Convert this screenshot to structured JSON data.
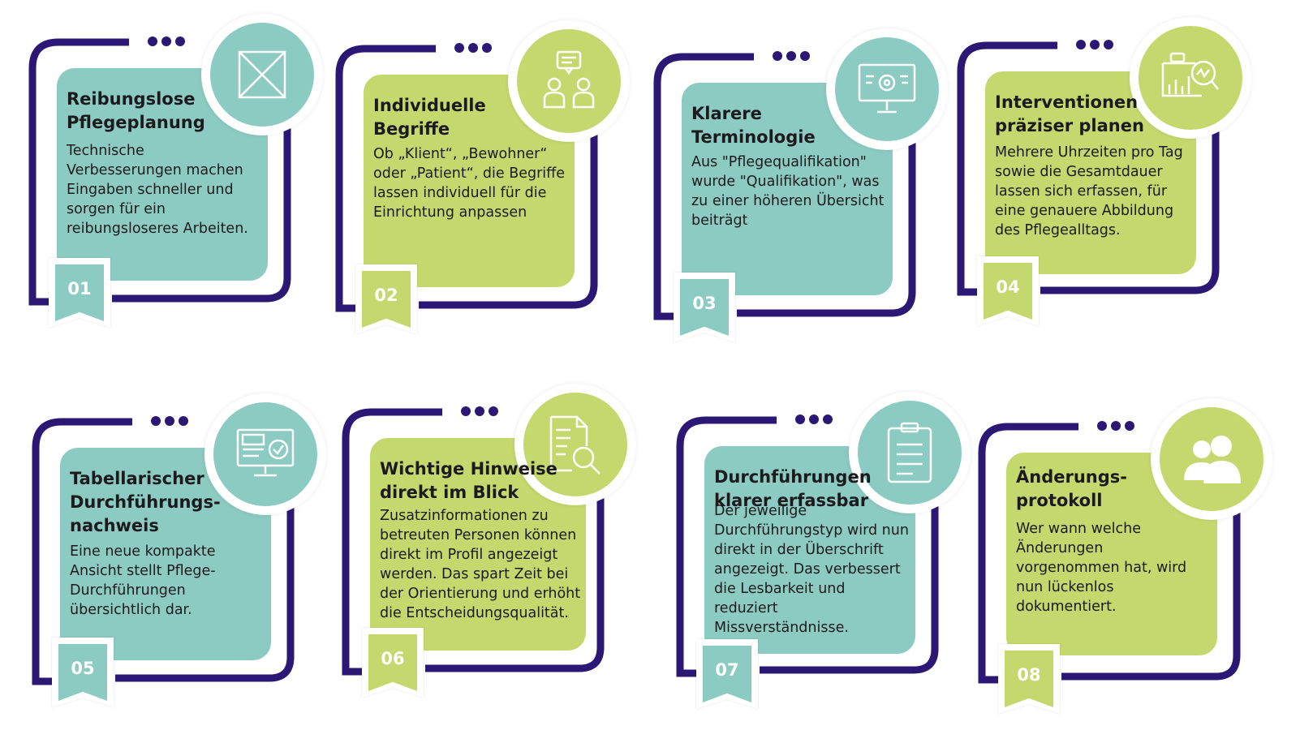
{
  "colors": {
    "teal": "#8ccbc1",
    "green": "#c5d86d",
    "frame": "#2a1874",
    "text": "#1c1a1f"
  },
  "cards": [
    {
      "number": "01",
      "title": "Reibungslose Pflegeplanung",
      "text": "Technische Verbesserungen machen Eingaben schneller und sorgen für ein reibungsloseres Arbeiten.",
      "color": "teal",
      "icon": "crossed-box-icon"
    },
    {
      "number": "02",
      "title": "Individuelle Begriffe",
      "text": "Ob „Klient“, „Bewohner“ oder „Patient“, die Begriffe lassen individuell für die Einrichtung anpassen",
      "color": "green",
      "icon": "people-chat-icon"
    },
    {
      "number": "03",
      "title": "Klarere Terminologie",
      "text": "Aus \"Pflegequalifikation\" wurde \"Qualifikation\", was zu einer höheren Übersicht beiträgt",
      "color": "teal",
      "icon": "presentation-board-icon"
    },
    {
      "number": "04",
      "title": "Interventionen präziser planen",
      "text": "Mehrere Uhrzeiten pro Tag sowie die Gesamtdauer lassen sich erfassen, für eine genauere Abbildung des Pflegealltags.",
      "color": "green",
      "icon": "analytics-magnifier-icon"
    },
    {
      "number": "05",
      "title": "Tabellarischer Durchführungs-nachweis",
      "text": "Eine neue kompakte Ansicht stellt Pflege-Durchführungen übersichtlich dar.",
      "color": "teal",
      "icon": "monitor-check-icon"
    },
    {
      "number": "06",
      "title": "Wichtige Hinweise direkt im Blick",
      "text": "Zusatzinformationen zu betreuten Personen können direkt im Profil angezeigt werden. Das spart Zeit bei der Orientierung und erhöht die Entscheidungsqualität.",
      "color": "green",
      "icon": "document-search-icon"
    },
    {
      "number": "07",
      "title": "Durchführungen klarer erfassbar",
      "text": "Der jeweilige Durchführungstyp wird nun direkt in der Überschrift angezeigt. Das verbessert die Lesbarkeit und reduziert Missverständnisse.",
      "color": "teal",
      "icon": "clipboard-icon"
    },
    {
      "number": "08",
      "title": "Änderungs-protokoll",
      "text": "Wer wann welche Änderungen vorgenommen hat, wird nun lückenlos dokumentiert.",
      "color": "green",
      "icon": "users-icon"
    }
  ]
}
